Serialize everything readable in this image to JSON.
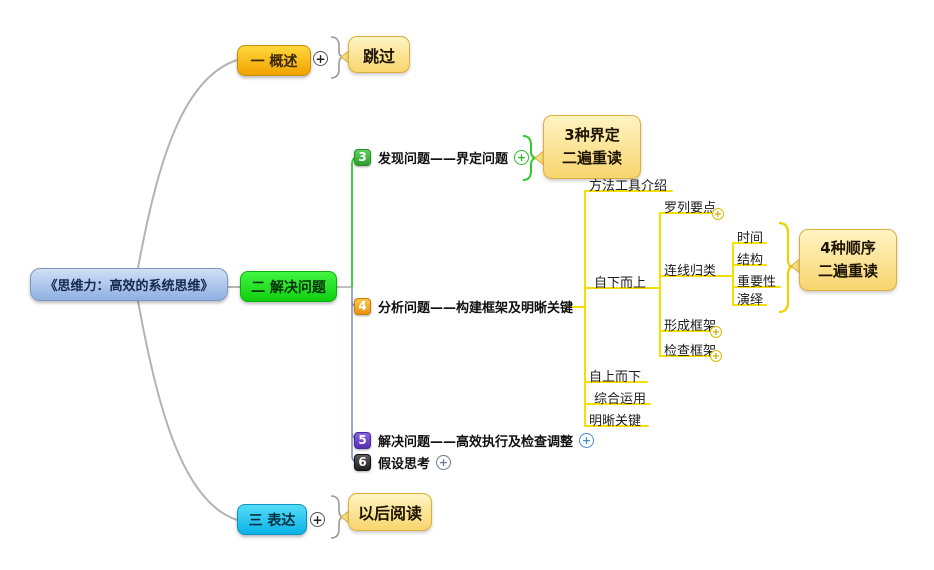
{
  "icons": {
    "plus": "+"
  },
  "root": {
    "label": "《思维力：高效的系统思维》"
  },
  "overview": {
    "label": "一 概述",
    "summary": "跳过"
  },
  "solve": {
    "label": "二 解决问题",
    "topics": [
      {
        "num": "3",
        "label": "发现问题——界定问题"
      },
      {
        "num": "4",
        "label": "分析问题——构建框架及明晰关键"
      },
      {
        "num": "5",
        "label": "解决问题——高效执行及检查调整"
      },
      {
        "num": "6",
        "label": "假设思考"
      }
    ],
    "callout_define": {
      "line1": "3种界定",
      "line2": "二遍重读"
    }
  },
  "analysis": {
    "method_intro": "方法工具介绍",
    "bottom_up": "自下而上",
    "list_points": "罗列要点",
    "connect_group": "连线归类",
    "orders": [
      "时间",
      "结构",
      "重要性",
      "演绎"
    ],
    "form_frame": "形成框架",
    "check_frame": "检查框架",
    "top_down": "自上而下",
    "combine": "综合运用",
    "clarify": "明晰关键",
    "callout_order": {
      "line1": "4种顺序",
      "line2": "二遍重读"
    }
  },
  "express": {
    "label": "三 表达",
    "summary": "以后阅读"
  },
  "colors": {
    "root_fill": "#9db9e4",
    "overview_fill": "#f7b500",
    "solve_fill": "#22dd22",
    "express_fill": "#1fc0ea",
    "callout_fill": "#f8d56e",
    "line_yellow": "#f6df00",
    "line_green": "#2ecc2e",
    "line_blue": "#8095c0",
    "line_grey": "#b3b3b3"
  }
}
